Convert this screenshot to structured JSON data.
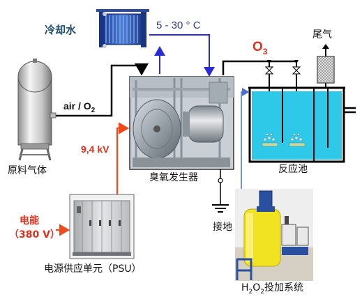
{
  "labels": {
    "cooling_water": "冷却水",
    "temp_range": "5 - 30 ° C",
    "ozone_base": "O",
    "ozone_sub": "3",
    "tail_gas": "尾气",
    "air_o2_base": "air / O",
    "air_o2_sub": "2",
    "voltage": "9,4 kV",
    "raw_gas": "原料气体",
    "ozone_generator": "臭氧发生器",
    "reactor": "反应池",
    "ground": "接地",
    "power_label": "电能",
    "power_voltage": "（380 V）",
    "psu_label": "电源供应单元（PSU）",
    "h2o2_p1": "H",
    "h2o2_s1": "2",
    "h2o2_p2": "O",
    "h2o2_s2": "2",
    "h2o2_p3": "投加系统"
  },
  "colors": {
    "pipe": "#000000",
    "cooling_loop": "#2b2bd6",
    "power_line": "#f04a1a",
    "electrical_line": "#4a6fd0",
    "water": "#2ec8e8",
    "red_text": "#e0301e",
    "blue_text": "#2c3a8e"
  },
  "icons": {
    "heat_exchanger": "plate-heat-exchanger-icon",
    "gas_tank": "gas-storage-tank-icon",
    "generator_photo": "ozone-generator-photo-icon",
    "psu_photo": "power-supply-cabinet-icon",
    "dosing_photo": "h2o2-dosing-station-icon",
    "filter": "tail-gas-filter-icon",
    "ground": "ground-symbol-icon"
  }
}
